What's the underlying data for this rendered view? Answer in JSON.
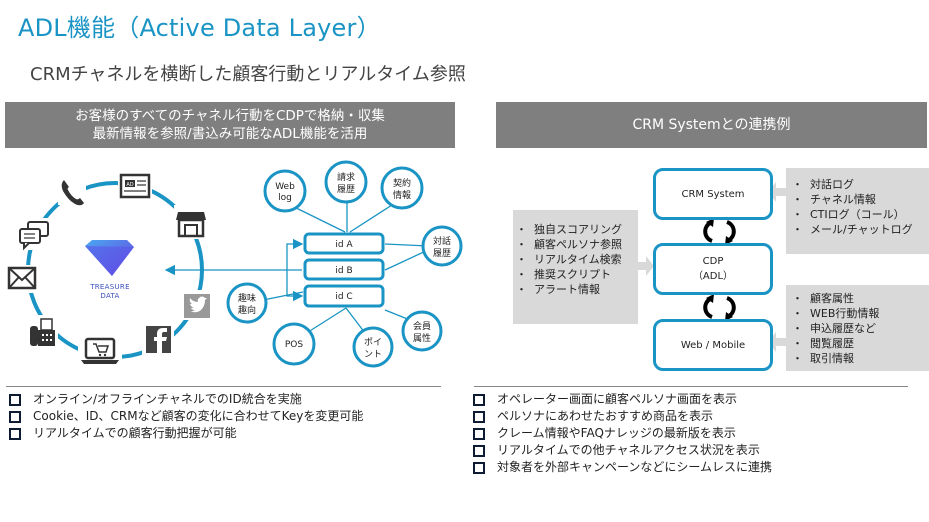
{
  "header": {
    "title": "ADL機能（Active Data Layer）",
    "subtitle": "CRMチャネルを横断した顧客行動とリアルタイム参照"
  },
  "left_panel": {
    "banner_lines": [
      "お客様のすべてのチャネル行動をCDPで格納・収集",
      "最新情報を参照/書込み可能なADL機能を活用"
    ],
    "center_logo": {
      "icon": "diamond-icon",
      "lines": [
        "TREASURE",
        "DATA"
      ]
    },
    "channel_icons": [
      "phone-icon",
      "ad-icon",
      "store-icon",
      "chat-icon",
      "mail-icon",
      "twitter-icon",
      "fax-icon",
      "ecommerce-laptop-icon",
      "facebook-icon"
    ],
    "ids": [
      "id A",
      "id B",
      "id C"
    ],
    "data_nodes": [
      {
        "key": "weblog",
        "lines": [
          "Web",
          "log"
        ]
      },
      {
        "key": "billing",
        "lines": [
          "請求",
          "履歴"
        ]
      },
      {
        "key": "contract",
        "lines": [
          "契約",
          "情報"
        ]
      },
      {
        "key": "dialog",
        "lines": [
          "対話",
          "履歴"
        ]
      },
      {
        "key": "hobby",
        "lines": [
          "趣味",
          "趣向"
        ]
      },
      {
        "key": "pos",
        "lines": [
          "POS"
        ]
      },
      {
        "key": "point",
        "lines": [
          "ポイ",
          "ント"
        ]
      },
      {
        "key": "member",
        "lines": [
          "会員",
          "属性"
        ]
      }
    ],
    "bullets": [
      "オンライン/オフラインチャネルでのID統合を実施",
      "Cookie、ID、CRMなど顧客の変化に合わせてKeyを変更可能",
      "リアルタイムでの顧客行動把握が可能"
    ]
  },
  "right_panel": {
    "banner": "CRM Systemとの連携例",
    "left_box_items": [
      "独自スコアリング",
      "顧客ペルソナ参照",
      "リアルタイム検索",
      "推奨スクリプト",
      "アラート情報"
    ],
    "flow_boxes": [
      {
        "lines": [
          "CRM System"
        ]
      },
      {
        "lines": [
          "CDP",
          "（ADL）"
        ]
      },
      {
        "lines": [
          "Web / Mobile"
        ]
      }
    ],
    "top_right_items": [
      "対話ログ",
      "チャネル情報",
      "CTIログ（コール）",
      "メール/チャットログ"
    ],
    "bottom_right_items": [
      "顧客属性",
      "WEB行動情報",
      "申込履歴など",
      "閲覧履歴",
      "取引情報"
    ],
    "bullets": [
      "オペレーター画面に顧客ペルソナ画面を表示",
      "ペルソナにあわせたおすすめ商品を表示",
      "クレーム情報やFAQナレッジの最新版を表示",
      "リアルタイムでの他チャネルアクセス状況を表示",
      "対象者を外部キャンペーンなどにシームレスに連携"
    ]
  },
  "colors": {
    "accent": "#1a94c4",
    "banner_gray": "#7f7f7f",
    "box_gray": "#d9d9d9",
    "title": "#1a94c4",
    "td_logo": "#3a4fbf"
  }
}
